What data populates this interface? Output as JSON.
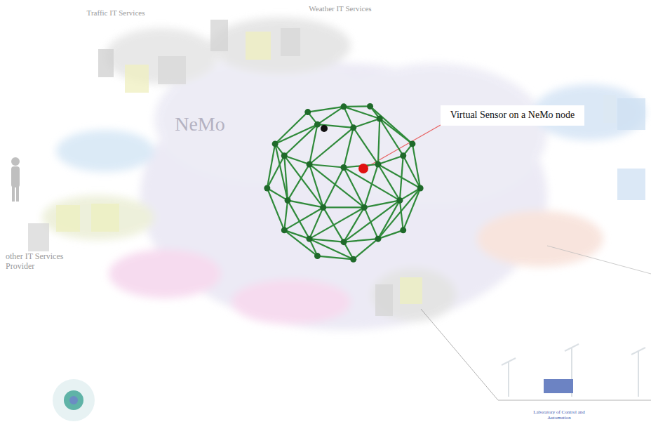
{
  "diagram": {
    "nodes": [
      {
        "text": [
          "Virtual Sensor on a NeMo node"
        ]
      }
    ],
    "labels": [
      "Weather IT Services",
      "Traffic IT Services",
      "NeMo",
      "other IT Services Provider",
      "Laboratory of Control and Automation"
    ]
  }
}
